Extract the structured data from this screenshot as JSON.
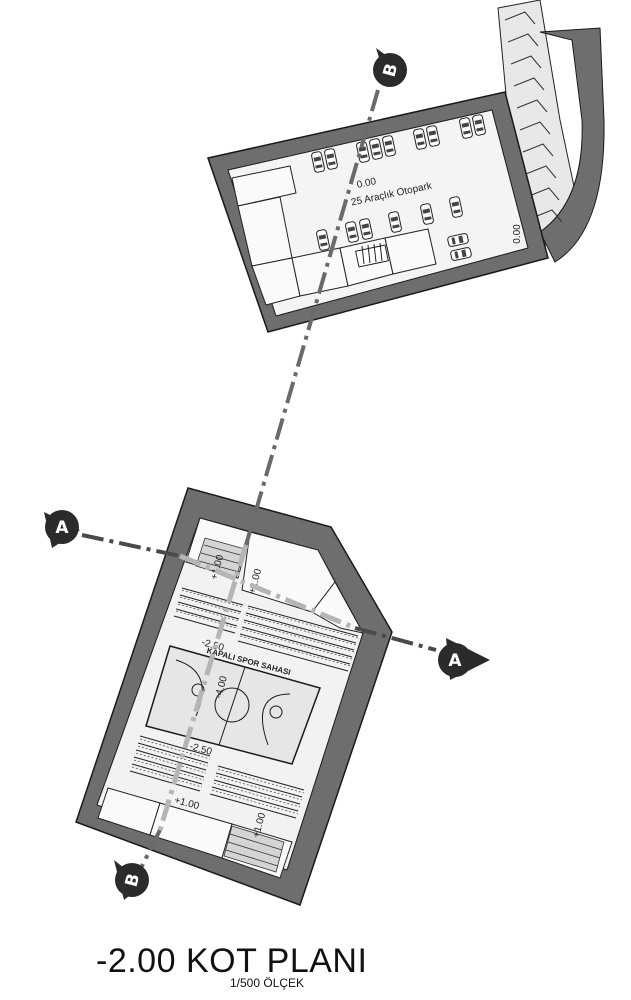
{
  "title": "-2.00 KOT PLANI",
  "scale": "1/500 ÖLÇEK",
  "parking": {
    "level": "0.00",
    "caption": "25 Araçlık Otopark",
    "ramp_level": "0.00"
  },
  "sports": {
    "court_label": "KAPALI SPOR SAHASI",
    "levels": [
      "+1.00",
      "+1.00",
      "-2.50",
      "-4.00",
      "-2.50",
      "+1.00",
      "+1.00"
    ]
  },
  "section_markers": {
    "a_left": "A",
    "a_right": "A",
    "b_top": "B",
    "b_bottom": "B"
  },
  "colors": {
    "wall": "#6e6e6e",
    "outline": "#1a1a1a",
    "section_line": "#555555",
    "marker": "#2b2b2b"
  }
}
